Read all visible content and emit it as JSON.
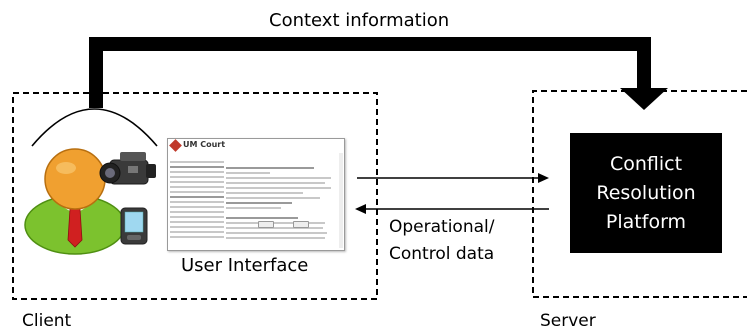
{
  "labels": {
    "context_information": "Context information",
    "client": "Client",
    "server": "Server",
    "user_interface": "User Interface",
    "operational_control_data": "Operational/\nControl data",
    "platform": "Conflict\nResolution\nPlatform"
  },
  "ui_screenshot": {
    "brand": "UM Court"
  },
  "colors": {
    "platform_fill": "#000000",
    "platform_text": "#ffffff",
    "person_head": "#f0a030",
    "person_body": "#7cc22e",
    "tie": "#d02020"
  },
  "icons": [
    "person-icon",
    "video-camera-icon",
    "pda-icon"
  ]
}
